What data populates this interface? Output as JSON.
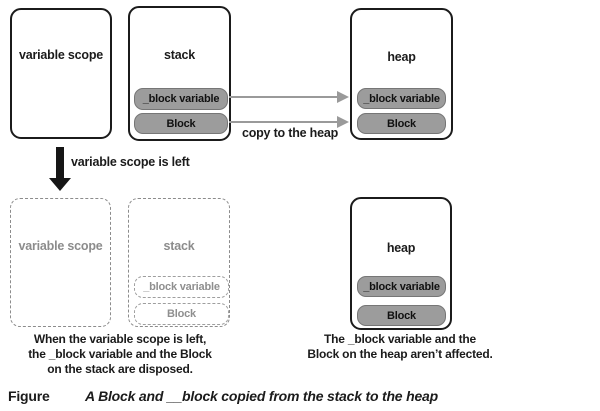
{
  "diagram": {
    "top": {
      "variable_scope_label": "variable scope",
      "stack_label": "stack",
      "stack_items": [
        "_block variable",
        "Block"
      ],
      "heap_label": "heap",
      "heap_items": [
        "_block variable",
        "Block"
      ],
      "copy_arrow_label": "copy to the heap"
    },
    "transition_label": "variable scope is left",
    "bottom": {
      "variable_scope_label": "variable scope",
      "stack_label": "stack",
      "stack_items": [
        "_block variable",
        "Block"
      ],
      "heap_label": "heap",
      "heap_items": [
        "_block variable",
        "Block"
      ],
      "left_caption_lines": [
        "When the variable scope is left,",
        "the _block variable and the Block",
        "on the stack are disposed."
      ],
      "right_caption_lines": [
        "The _block variable and the",
        "Block on the heap aren’t affected."
      ]
    },
    "figure": {
      "label": "Figure",
      "caption": "A Block and __block copied from the stack to the heap"
    },
    "colors": {
      "box_border": "#1b1b1b",
      "pill_fill": "#9c9c9c",
      "pill_border": "#767676",
      "arrow_gray": "#9a9a9a",
      "disposed_gray": "#8c8c8c"
    }
  }
}
